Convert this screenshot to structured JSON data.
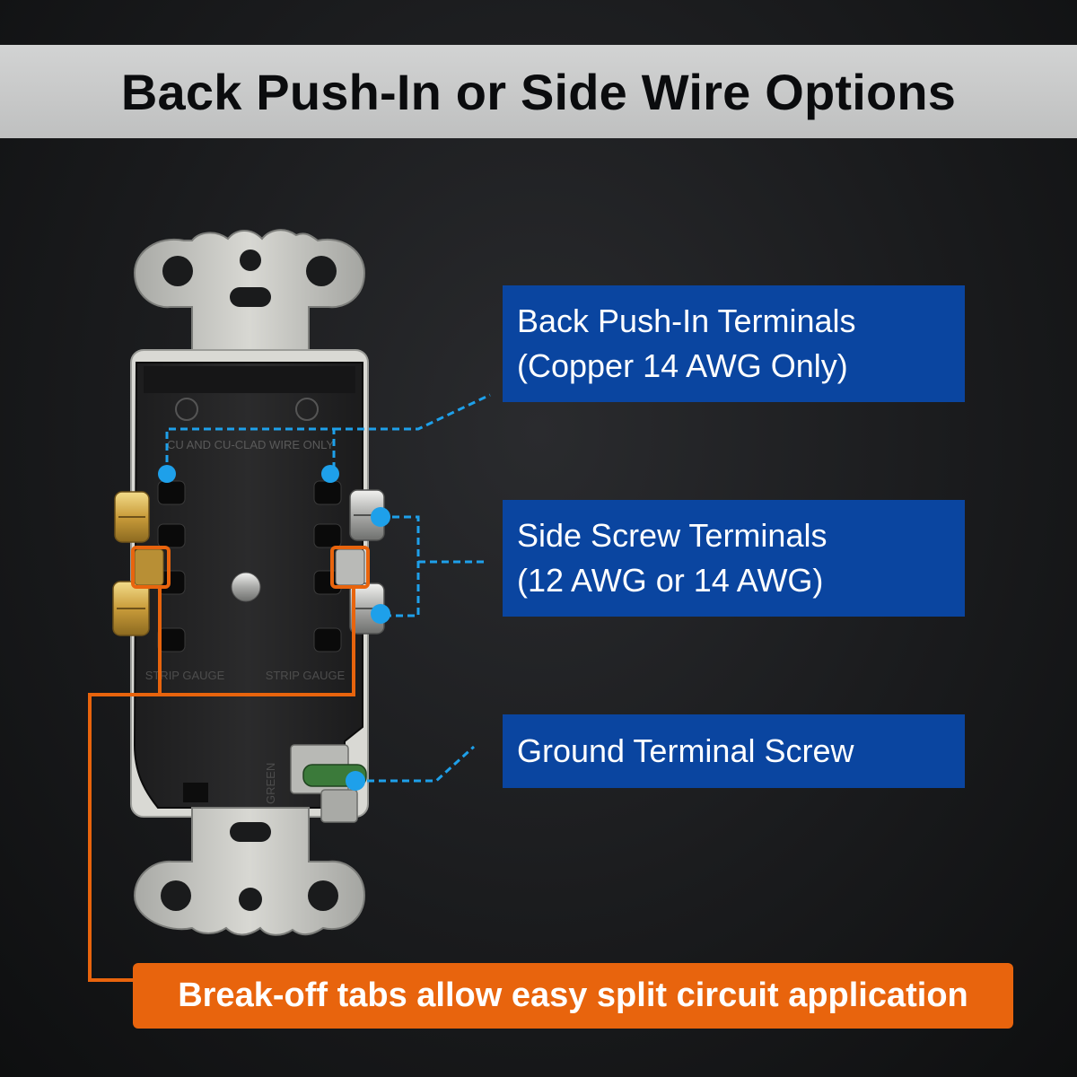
{
  "title": "Back Push-In or Side Wire Options",
  "callouts": {
    "push_in": "Back Push-In Terminals\n(Copper 14 AWG Only)",
    "side_screw": "Side Screw Terminals\n(12 AWG or 14 AWG)",
    "ground": "Ground Terminal Screw"
  },
  "banner": "Break-off tabs allow easy split circuit application",
  "device_marks": {
    "wire_note": "CU AND CU-CLAD WIRE ONLY",
    "strip_gauge": "STRIP GAUGE",
    "ground_mark": "GREEN"
  },
  "colors": {
    "callout_bg": "#0a45a0",
    "leader_blue": "#1ea0ea",
    "accent_orange": "#e8640d",
    "title_bar": "#c9caca"
  }
}
